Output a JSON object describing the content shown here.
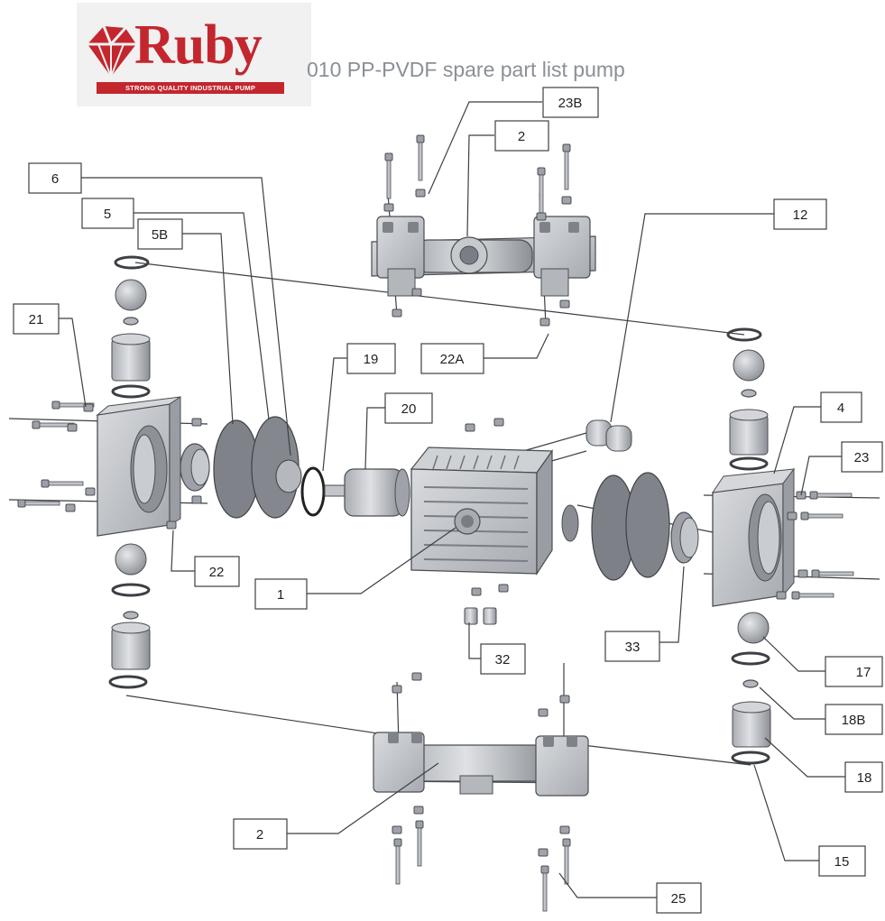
{
  "header": {
    "brand_name": "Ruby",
    "brand_tagline": "STRONG QUALITY INDUSTRIAL PUMP",
    "title": "010 PP-PVDF spare part list pump"
  },
  "labels": {
    "l_23B": "23B",
    "l_2_top": "2",
    "l_6": "6",
    "l_5": "5",
    "l_5B": "5B",
    "l_12": "12",
    "l_21": "21",
    "l_22A": "22A",
    "l_19": "19",
    "l_20": "20",
    "l_4": "4",
    "l_23": "23",
    "l_22": "22",
    "l_1": "1",
    "l_33": "33",
    "l_32": "32",
    "l_17": "17",
    "l_18B": "18B",
    "l_18": "18",
    "l_2_bottom": "2",
    "l_15": "15",
    "l_25": "25"
  },
  "colors": {
    "brand": "#c4262e",
    "part_fill": "#c5c8cc",
    "part_dark": "#8f9399",
    "part_stroke": "#4a4d52",
    "title_gray": "#8a9096"
  }
}
